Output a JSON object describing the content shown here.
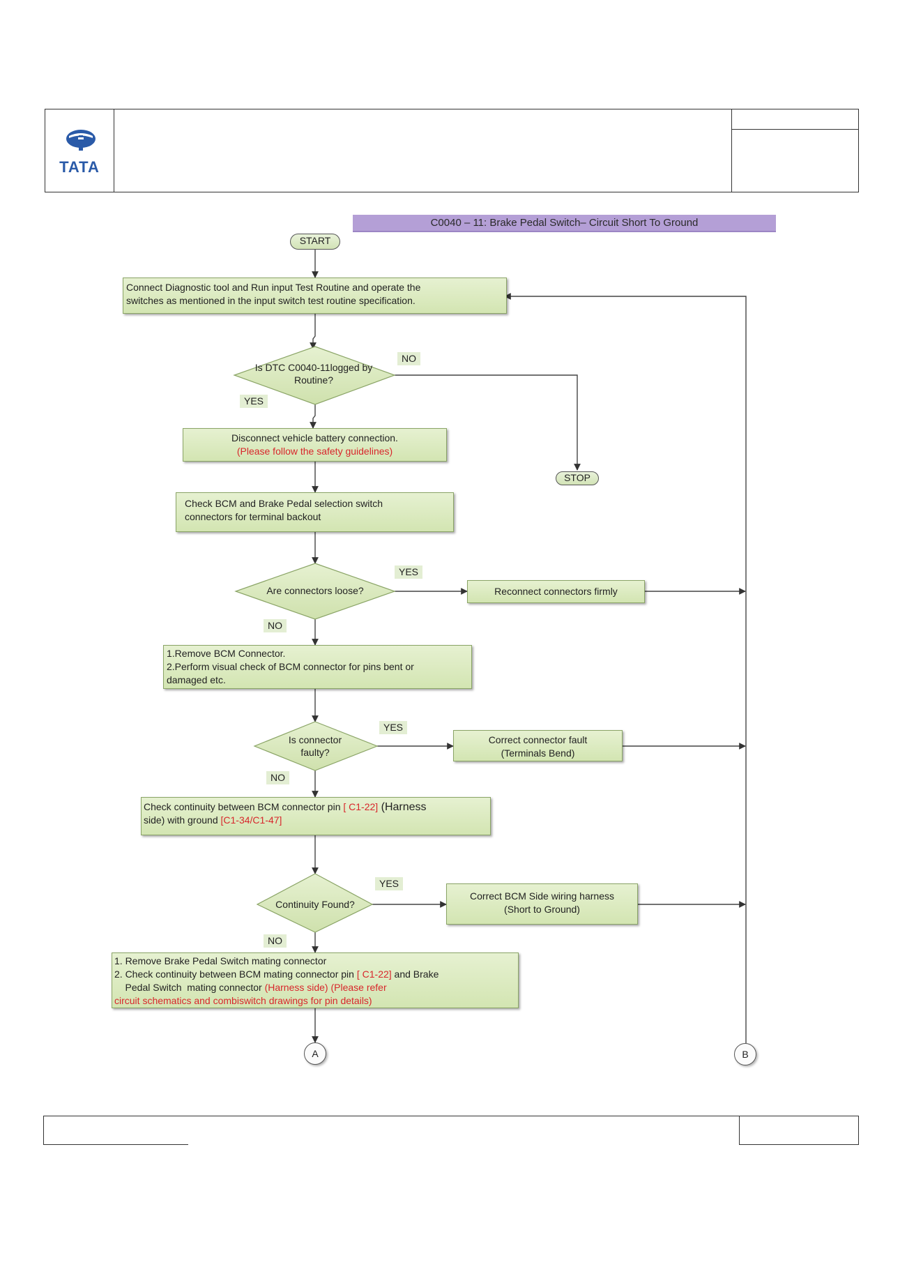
{
  "header": {
    "logo_text": "TATA"
  },
  "flowchart": {
    "title": "C0040 – 11:  Brake Pedal Switch– Circuit Short To Ground",
    "start": "START",
    "stop": "STOP",
    "step1_line1": "Connect Diagnostic tool and Run input Test Routine and operate the",
    "step1_line2": "switches as mentioned in the input switch test routine specification.",
    "decision1_line1": "Is DTC C0040-11logged by",
    "decision1_line2": "Routine?",
    "d1_no": "NO",
    "d1_yes": "YES",
    "step2_line1": "Disconnect vehicle battery connection.",
    "step2_line2": "(Please follow the safety guidelines)",
    "step3_line1": "Check  BCM and Brake Pedal  selection switch",
    "step3_line2": "connectors for terminal backout",
    "decision2": "Are connectors loose?",
    "d2_yes": "YES",
    "d2_no": "NO",
    "action2": "Reconnect connectors firmly",
    "step4_line1": "1.Remove BCM Connector.",
    "step4_line2": "2.Perform visual check of BCM connector for pins bent or",
    "step4_line3": "damaged etc.",
    "decision3_line1": "Is connector",
    "decision3_line2": "faulty?",
    "d3_yes": "YES",
    "d3_no": "NO",
    "action3_line1": "Correct connector fault",
    "action3_line2": "(Terminals Bend)",
    "step5_a": "Check continuity between BCM connector pin ",
    "step5_pin": "[ C1-22]",
    "step5_b": "  (Harness",
    "step5_c": "side) with ground ",
    "step5_gnd": "[C1-34/C1-47]",
    "decision4": "Continuity Found?",
    "d4_yes": "YES",
    "d4_no": "NO",
    "action4_line1": "Correct BCM Side wiring harness",
    "action4_line2": "(Short to Ground)",
    "step6_line1": "1. Remove  Brake Pedal Switch  mating connector",
    "step6_line2a": "2. Check continuity between BCM mating connector pin ",
    "step6_pin": "[ C1-22]",
    "step6_line2b": " and  Brake",
    "step6_line3a": "    Pedal Switch  mating connector ",
    "step6_line3b": "(Harness side) (Please refer",
    "step6_line4": "circuit schematics and combiswitch drawings for pin details)",
    "connector_a": "A",
    "connector_b": "B"
  }
}
